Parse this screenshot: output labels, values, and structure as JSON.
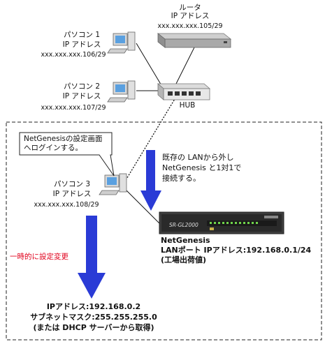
{
  "router": {
    "name": "ルータ",
    "ip_label": "IP アドレス",
    "ip": "xxx.xxx.xxx.105/29"
  },
  "pc1": {
    "name": "パソコン 1",
    "ip_label": "IP アドレス",
    "ip": "xxx.xxx.xxx.106/29"
  },
  "pc2": {
    "name": "パソコン 2",
    "ip_label": "IP アドレス",
    "ip": "xxx.xxx.xxx.107/29"
  },
  "hub": {
    "name": "HUB"
  },
  "pc3": {
    "name": "パソコン 3",
    "ip_label": "IP アドレス",
    "ip": "xxx.xxx.xxx.108/29"
  },
  "callout": {
    "line1": "NetGenesisの設定画面",
    "line2": "へログインする。"
  },
  "instruction": {
    "line1": "既存の LANから外し",
    "line2": "NetGenesis と1対1で",
    "line3": "接続する。"
  },
  "device": {
    "panel_text": "SR-GL2000",
    "name": "NetGenesis",
    "port_line": "LANポート IPアドレス:192.168.0.1/24",
    "factory_note": "(工場出荷値)"
  },
  "temp_change": "一時的に設定変更",
  "new_settings": {
    "ip": "IPアドレス:192.168.0.2",
    "subnet": "サブネットマスク:255.255.255.0",
    "dhcp": "(または DHCP サーバーから取得)"
  },
  "colors": {
    "arrow": "#2a3bd6",
    "red_text": "#e0001b"
  }
}
